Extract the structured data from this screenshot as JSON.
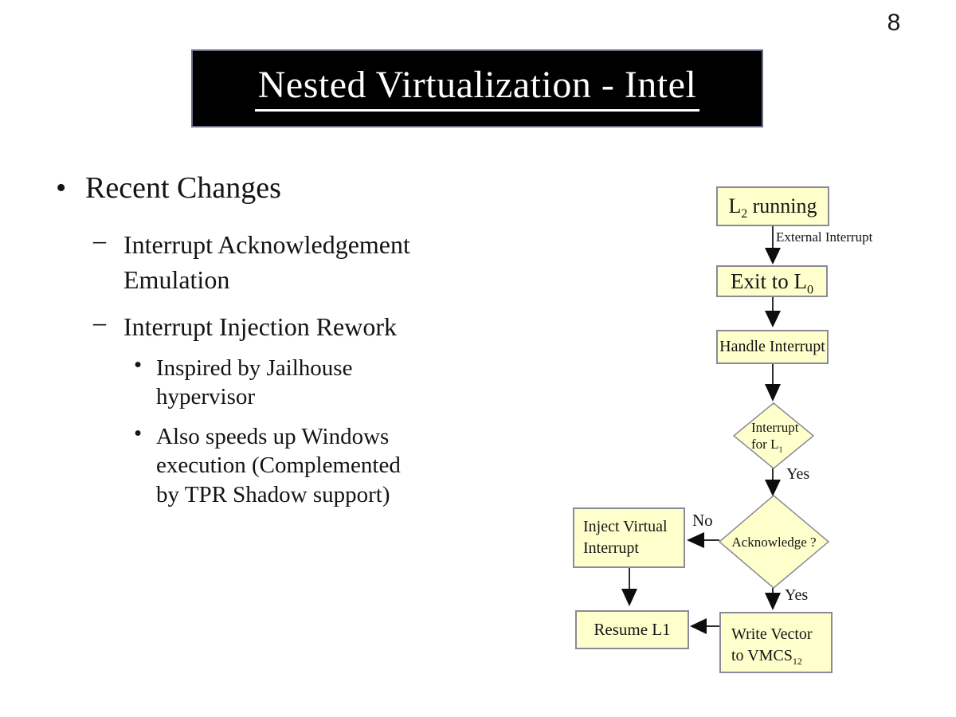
{
  "page_number": "8",
  "title": "Nested Virtualization - Intel",
  "colors": {
    "title_bg": "#000000",
    "title_fg": "#ffffff",
    "node_fill": "#ffffcc",
    "node_border": "#8a8a99",
    "connector": "#2e2e2e",
    "arrowhead": "#0d0d0d"
  },
  "outline": {
    "item1": {
      "marker": "•",
      "text": "Recent Changes"
    },
    "item2": {
      "marker": "–",
      "text": "Interrupt Acknowledgement Emulation"
    },
    "item3": {
      "marker": "–",
      "text": "Interrupt Injection Rework"
    },
    "item4": {
      "marker": "•",
      "text": "Inspired by Jailhouse hypervisor"
    },
    "item5": {
      "marker": "•",
      "text": "Also speeds up Windows execution (Complemented by TPR Shadow support)"
    }
  },
  "flowchart": {
    "nodes": {
      "l2_running": {
        "pre": "L",
        "sub": "2",
        "post": " running"
      },
      "exit_l0": {
        "pre": "Exit to L",
        "sub": "0"
      },
      "handle_interrupt": {
        "text": "Handle Interrupt"
      },
      "interrupt_for_l1": {
        "line1": "Interrupt",
        "line2_pre": "for L",
        "line2_sub": "1"
      },
      "acknowledge": {
        "text": "Acknowledge ?"
      },
      "inject_virtual_interrupt": {
        "line1": "Inject Virtual",
        "line2": "Interrupt"
      },
      "resume_l1": {
        "text": "Resume L1"
      },
      "write_vector": {
        "line1": "Write Vector",
        "line2_pre": "to VMCS",
        "line2_sub": "12"
      }
    },
    "edge_labels": {
      "external_interrupt": "External Interrupt",
      "yes_interrupt_for_l1": "Yes",
      "no_acknowledge": "No",
      "yes_acknowledge": "Yes"
    },
    "edges": [
      {
        "from": "l2_running",
        "to": "exit_l0",
        "label": "External Interrupt"
      },
      {
        "from": "exit_l0",
        "to": "handle_interrupt",
        "label": ""
      },
      {
        "from": "handle_interrupt",
        "to": "interrupt_for_l1",
        "label": ""
      },
      {
        "from": "interrupt_for_l1",
        "to": "acknowledge",
        "label": "Yes"
      },
      {
        "from": "acknowledge",
        "to": "inject_virtual_interrupt",
        "label": "No"
      },
      {
        "from": "acknowledge",
        "to": "write_vector",
        "label": "Yes"
      },
      {
        "from": "inject_virtual_interrupt",
        "to": "resume_l1",
        "label": ""
      },
      {
        "from": "write_vector",
        "to": "resume_l1",
        "label": ""
      }
    ]
  }
}
